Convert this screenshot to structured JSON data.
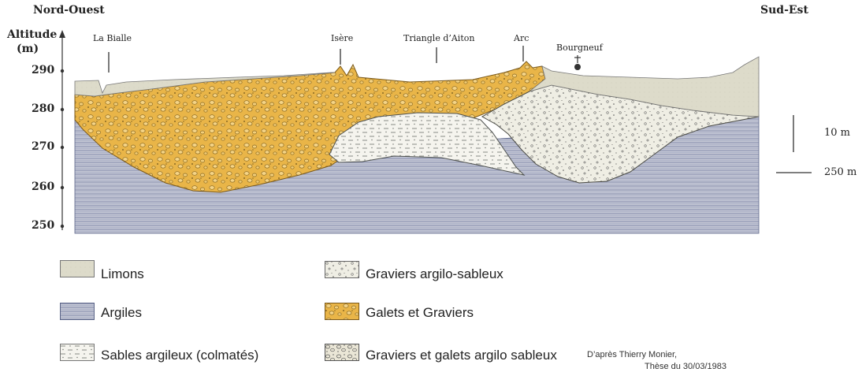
{
  "header": {
    "left_direction": "Nord-Ouest",
    "right_direction": "Sud-Est"
  },
  "axis": {
    "title_line1": "Altitude",
    "title_line2": "(m)",
    "ticks": [
      "290",
      "280",
      "270",
      "260",
      "250"
    ]
  },
  "places": {
    "la_bialle": "La Bialle",
    "isere": "Isère",
    "triangle": "Triangle d’Aiton",
    "arc": "Arc",
    "bourgneuf": "Bourgneuf"
  },
  "scale": {
    "vertical": "10 m",
    "horizontal": "250 m"
  },
  "legend": {
    "limons": "Limons",
    "argiles": "Argiles",
    "sables": "Sables argileux (colmatés)",
    "graviers_argilo": "Graviers argilo-sableux",
    "galets": "Galets et Graviers",
    "graviers_galets": "Graviers et galets argilo sableux"
  },
  "credit": {
    "line1": "D’après Thierry Monier,",
    "line2": "Thèse du 30/03/1983"
  },
  "colors": {
    "limons": "#dcdac9",
    "argiles": "#b8bdd0",
    "galets": "#e8b445",
    "sables": "#f4f3ec",
    "graviers_argilo": "#eeeddf"
  }
}
